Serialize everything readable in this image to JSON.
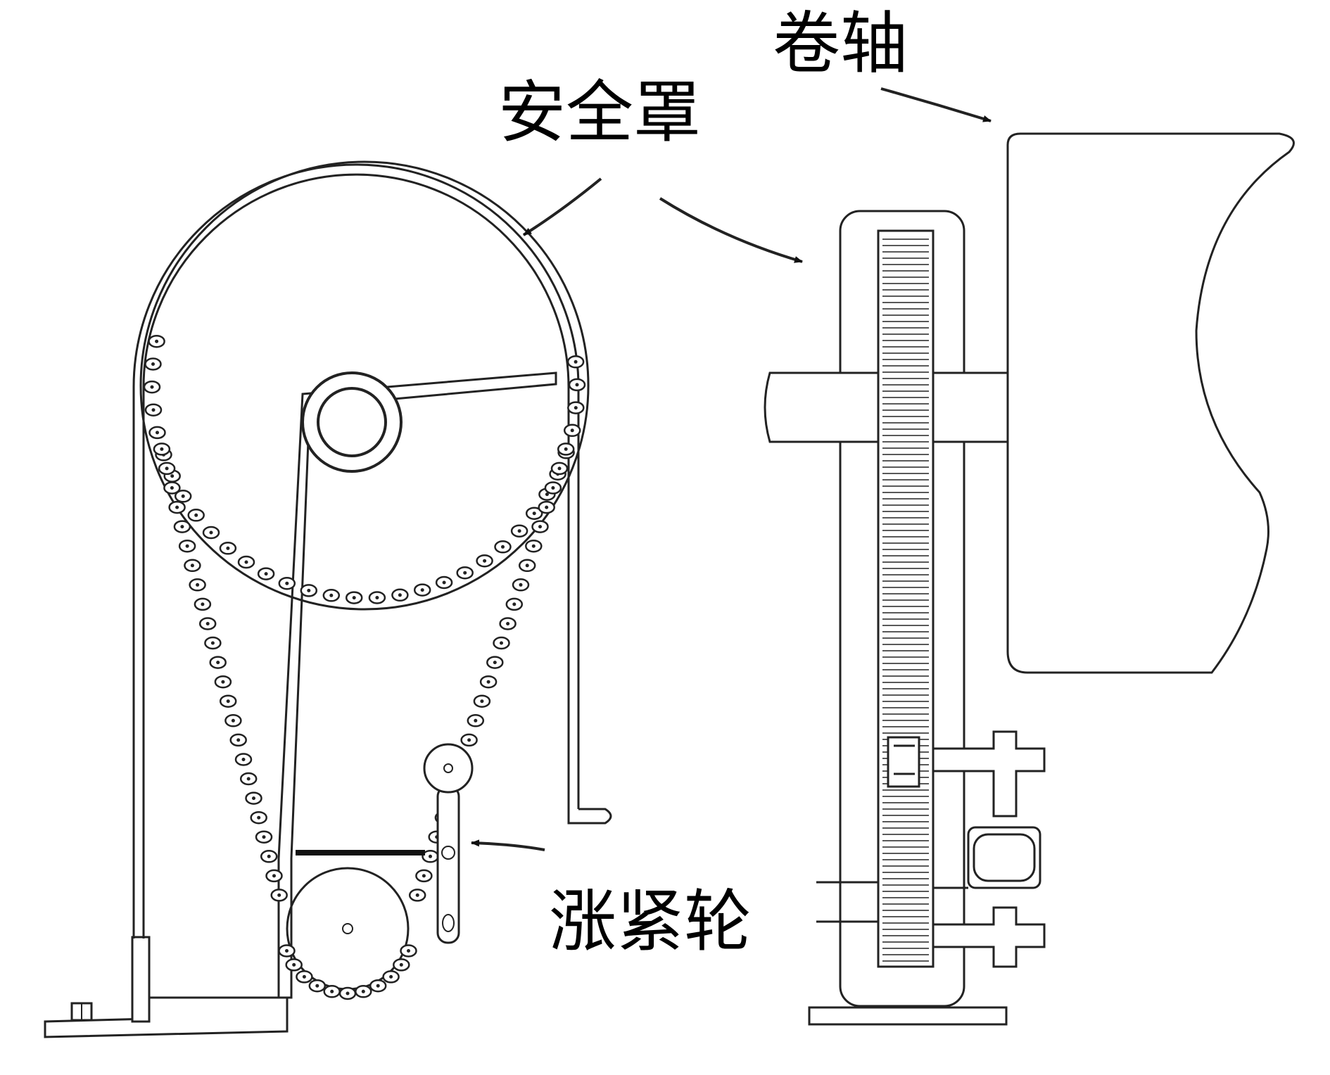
{
  "labels": {
    "reel": "卷轴",
    "safety_guard": "安全罩",
    "tensioner": "涨紧轮"
  },
  "colors": {
    "line": "#222222",
    "background": "#ffffff"
  }
}
